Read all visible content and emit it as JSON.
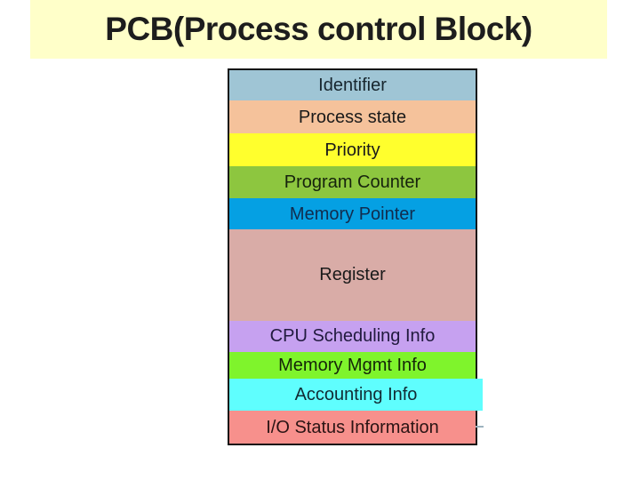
{
  "page": {
    "background_color": "#ffffff"
  },
  "title": {
    "text": "PCB(Process control Block)",
    "background_color": "#FFFFC9",
    "text_color": "#1d1d1d"
  },
  "pcb_table": {
    "border_color": "#141414",
    "rows": [
      {
        "label": "Identifier",
        "color": "#9FC5D5",
        "text_color": "#17262e"
      },
      {
        "label": "Process state",
        "color": "#F5C29B",
        "text_color": "#1a1a1a"
      },
      {
        "label": "Priority",
        "color": "#FFFF2D",
        "text_color": "#1a1a1a"
      },
      {
        "label": "Program Counter",
        "color": "#8DC63F",
        "text_color": "#16230d"
      },
      {
        "label": "Memory Pointer",
        "color": "#05A0E3",
        "text_color": "#112c4e"
      },
      {
        "label": "Register",
        "color": "#D9ACA7",
        "text_color": "#1a1a1a"
      },
      {
        "label": "CPU Scheduling Info",
        "color": "#C6A1F0",
        "text_color": "#211a3e"
      },
      {
        "label": "Memory Mgmt Info",
        "color": "#7FF42C",
        "text_color": "#142508"
      },
      {
        "label": "Accounting Info",
        "color": "#5FFEFE",
        "text_color": "#112a33"
      },
      {
        "label": "I/O Status Information",
        "color": "#F7908C",
        "text_color": "#2a1414"
      }
    ],
    "tick_color": "#9db3c0"
  }
}
